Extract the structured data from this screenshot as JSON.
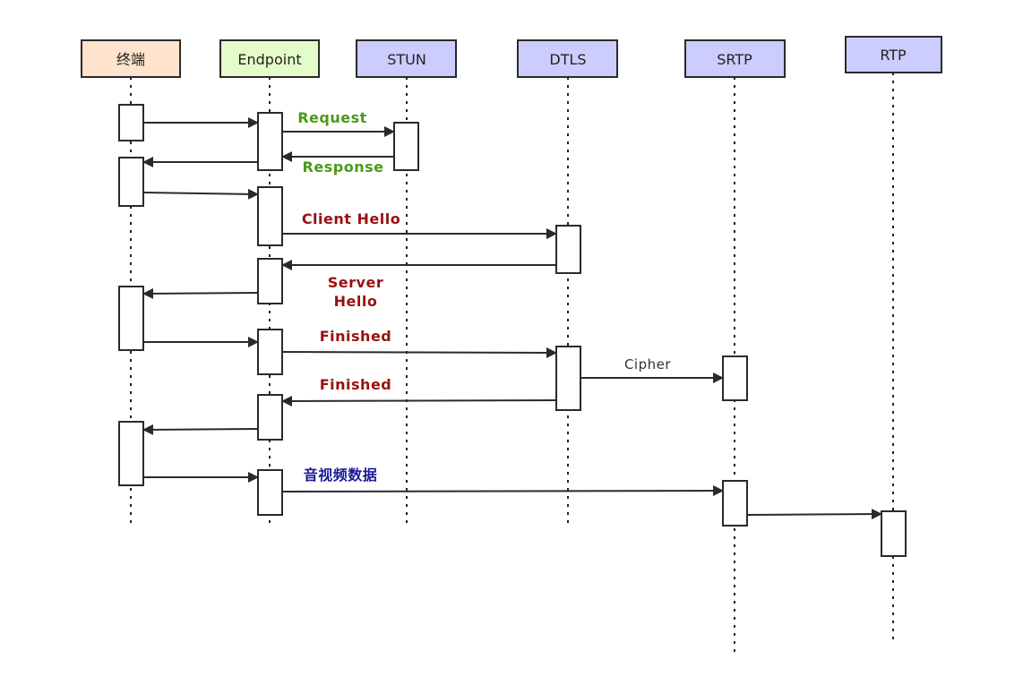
{
  "diagram": {
    "type": "sequence",
    "colors": {
      "stroke": "#2a2a2a",
      "green_label": "#4a9a1a",
      "red_label": "#9a1010",
      "blue_label": "#1a1a9a",
      "plain_label": "#333333"
    },
    "participants": [
      {
        "id": "terminal",
        "label": "终端",
        "fill": "#ffe3cc"
      },
      {
        "id": "endpoint",
        "label": "Endpoint",
        "fill": "#e4fcc8"
      },
      {
        "id": "stun",
        "label": "STUN",
        "fill": "#ccccff"
      },
      {
        "id": "dtls",
        "label": "DTLS",
        "fill": "#ccccff"
      },
      {
        "id": "srtp",
        "label": "SRTP",
        "fill": "#ccccff"
      },
      {
        "id": "rtp",
        "label": "RTP",
        "fill": "#ccccff"
      }
    ],
    "messages": [
      {
        "from": "terminal",
        "to": "endpoint",
        "label": ""
      },
      {
        "from": "endpoint",
        "to": "stun",
        "label": "Request",
        "color": "green"
      },
      {
        "from": "stun",
        "to": "endpoint",
        "label": "Response",
        "color": "green"
      },
      {
        "from": "endpoint",
        "to": "terminal",
        "label": ""
      },
      {
        "from": "terminal",
        "to": "endpoint",
        "label": ""
      },
      {
        "from": "endpoint",
        "to": "dtls",
        "label": "Client Hello",
        "color": "red"
      },
      {
        "from": "dtls",
        "to": "endpoint",
        "label": "Server Hello",
        "color": "red"
      },
      {
        "from": "endpoint",
        "to": "terminal",
        "label": ""
      },
      {
        "from": "terminal",
        "to": "endpoint",
        "label": ""
      },
      {
        "from": "endpoint",
        "to": "dtls",
        "label": "Finished",
        "color": "red"
      },
      {
        "from": "dtls",
        "to": "srtp",
        "label": "Cipher",
        "color": "plain"
      },
      {
        "from": "dtls",
        "to": "endpoint",
        "label": "Finished",
        "color": "red"
      },
      {
        "from": "endpoint",
        "to": "terminal",
        "label": ""
      },
      {
        "from": "terminal",
        "to": "endpoint",
        "label": ""
      },
      {
        "from": "endpoint",
        "to": "srtp",
        "label": "音视频数据",
        "color": "blue"
      },
      {
        "from": "srtp",
        "to": "rtp",
        "label": ""
      }
    ],
    "labels": {
      "request": "Request",
      "response": "Response",
      "client_hello": "Client Hello",
      "server_hello_line1": "Server",
      "server_hello_line2": "Hello",
      "finished_1": "Finished",
      "finished_2": "Finished",
      "cipher": "Cipher",
      "av_data": "音视频数据"
    }
  }
}
